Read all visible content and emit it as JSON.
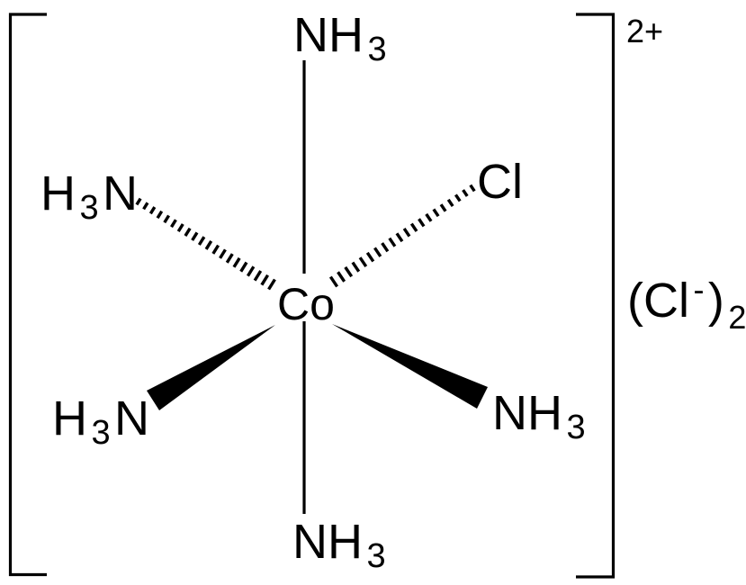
{
  "colors": {
    "ink": "#000000",
    "background": "#ffffff"
  },
  "complex": {
    "metal": "Co",
    "charge": "2+",
    "ligands": {
      "top": {
        "main": "NH",
        "sub": "3"
      },
      "bottom": {
        "main": "NH",
        "sub": "3"
      },
      "upper_left": {
        "pre": "H",
        "sub": "3",
        "post": "N"
      },
      "lower_left": {
        "pre": "H",
        "sub": "3",
        "post": "N"
      },
      "upper_right": {
        "main": "Cl"
      },
      "lower_right": {
        "main": "NH",
        "sub": "3"
      }
    },
    "bonds": {
      "top": "plain",
      "bottom": "plain",
      "upper_left": "hashed-wedge",
      "upper_right": "hashed-wedge",
      "lower_left": "solid-wedge",
      "lower_right": "solid-wedge"
    }
  },
  "counterion": {
    "open": "(Cl",
    "superscript": "-",
    "close": ")",
    "subscript": "2"
  }
}
